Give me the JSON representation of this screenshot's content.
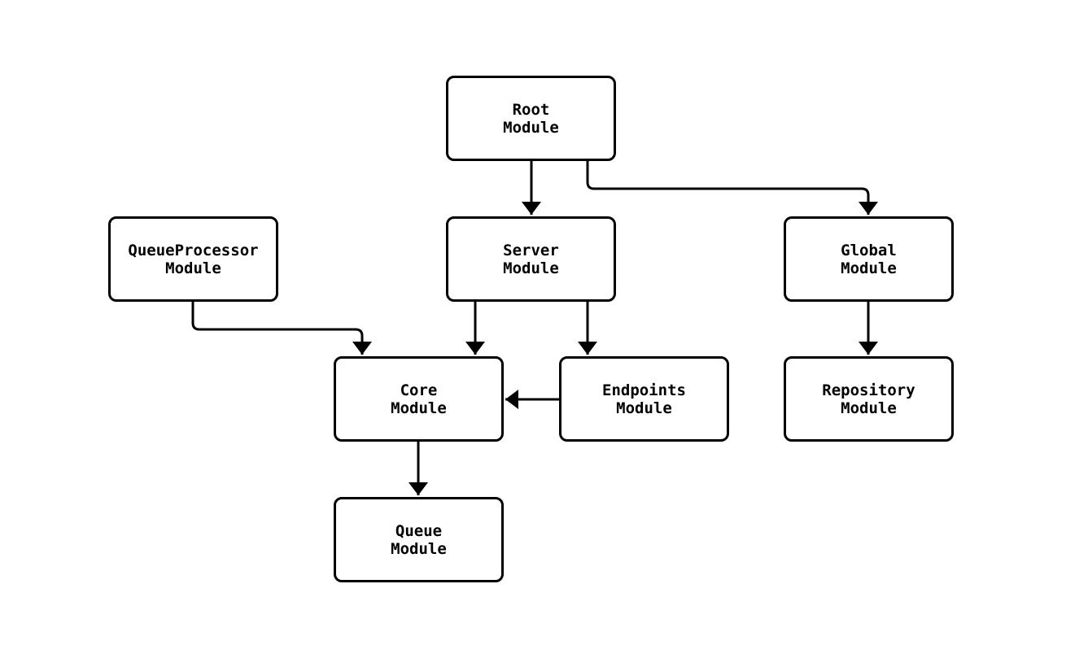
{
  "diagram": {
    "type": "module-dependency-flowchart",
    "background_color": "#ffffff",
    "line_color": "#000000",
    "node_fill_color": "#ffffff",
    "node_border_color": "#000000",
    "text_color": "#000000",
    "nodes": {
      "root": {
        "label": "Root\nModule"
      },
      "server": {
        "label": "Server\nModule"
      },
      "queueprocessor": {
        "label": "QueueProcessor\nModule"
      },
      "global": {
        "label": "Global\nModule"
      },
      "core": {
        "label": "Core\nModule"
      },
      "endpoints": {
        "label": "Endpoints\nModule"
      },
      "repository": {
        "label": "Repository\nModule"
      },
      "queue": {
        "label": "Queue\nModule"
      }
    },
    "edges": [
      {
        "from": "root",
        "to": "server"
      },
      {
        "from": "root",
        "to": "global"
      },
      {
        "from": "queueprocessor",
        "to": "core"
      },
      {
        "from": "server",
        "to": "core"
      },
      {
        "from": "server",
        "to": "endpoints"
      },
      {
        "from": "endpoints",
        "to": "core"
      },
      {
        "from": "core",
        "to": "queue"
      },
      {
        "from": "global",
        "to": "repository"
      }
    ]
  }
}
